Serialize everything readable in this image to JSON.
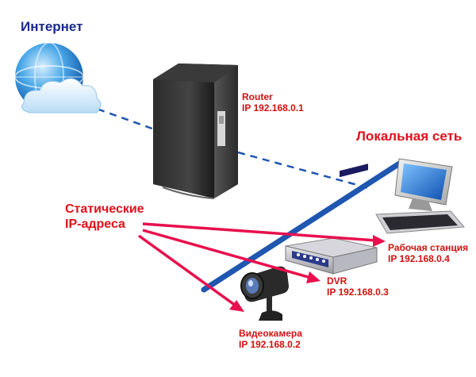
{
  "internet": {
    "label": "Интернет",
    "icon": "internet-globe-cloud-icon"
  },
  "lan": {
    "label": "Локальная сеть"
  },
  "static_ip": {
    "line1": "Статические",
    "line2": "IP-адреса"
  },
  "devices": {
    "router": {
      "name": "Router",
      "ip": "IP 192.168.0.1",
      "icon": "router-server-icon"
    },
    "workstation": {
      "name": "Рабочая станция",
      "ip": "IP 192.168.0.4",
      "icon": "workstation-computer-icon"
    },
    "dvr": {
      "name": "DVR",
      "ip": "IP 192.168.0.3",
      "icon": "dvr-recorder-icon"
    },
    "camera": {
      "name": "Видеокамера",
      "ip": "IP 192.168.0.2",
      "icon": "video-camera-icon"
    }
  },
  "colors": {
    "internet_text": "#1a2a8a",
    "accent_red": "#e0101a",
    "device_text": "#d01010",
    "lan_line": "#1f56b0",
    "arrow": "#e8104e"
  }
}
